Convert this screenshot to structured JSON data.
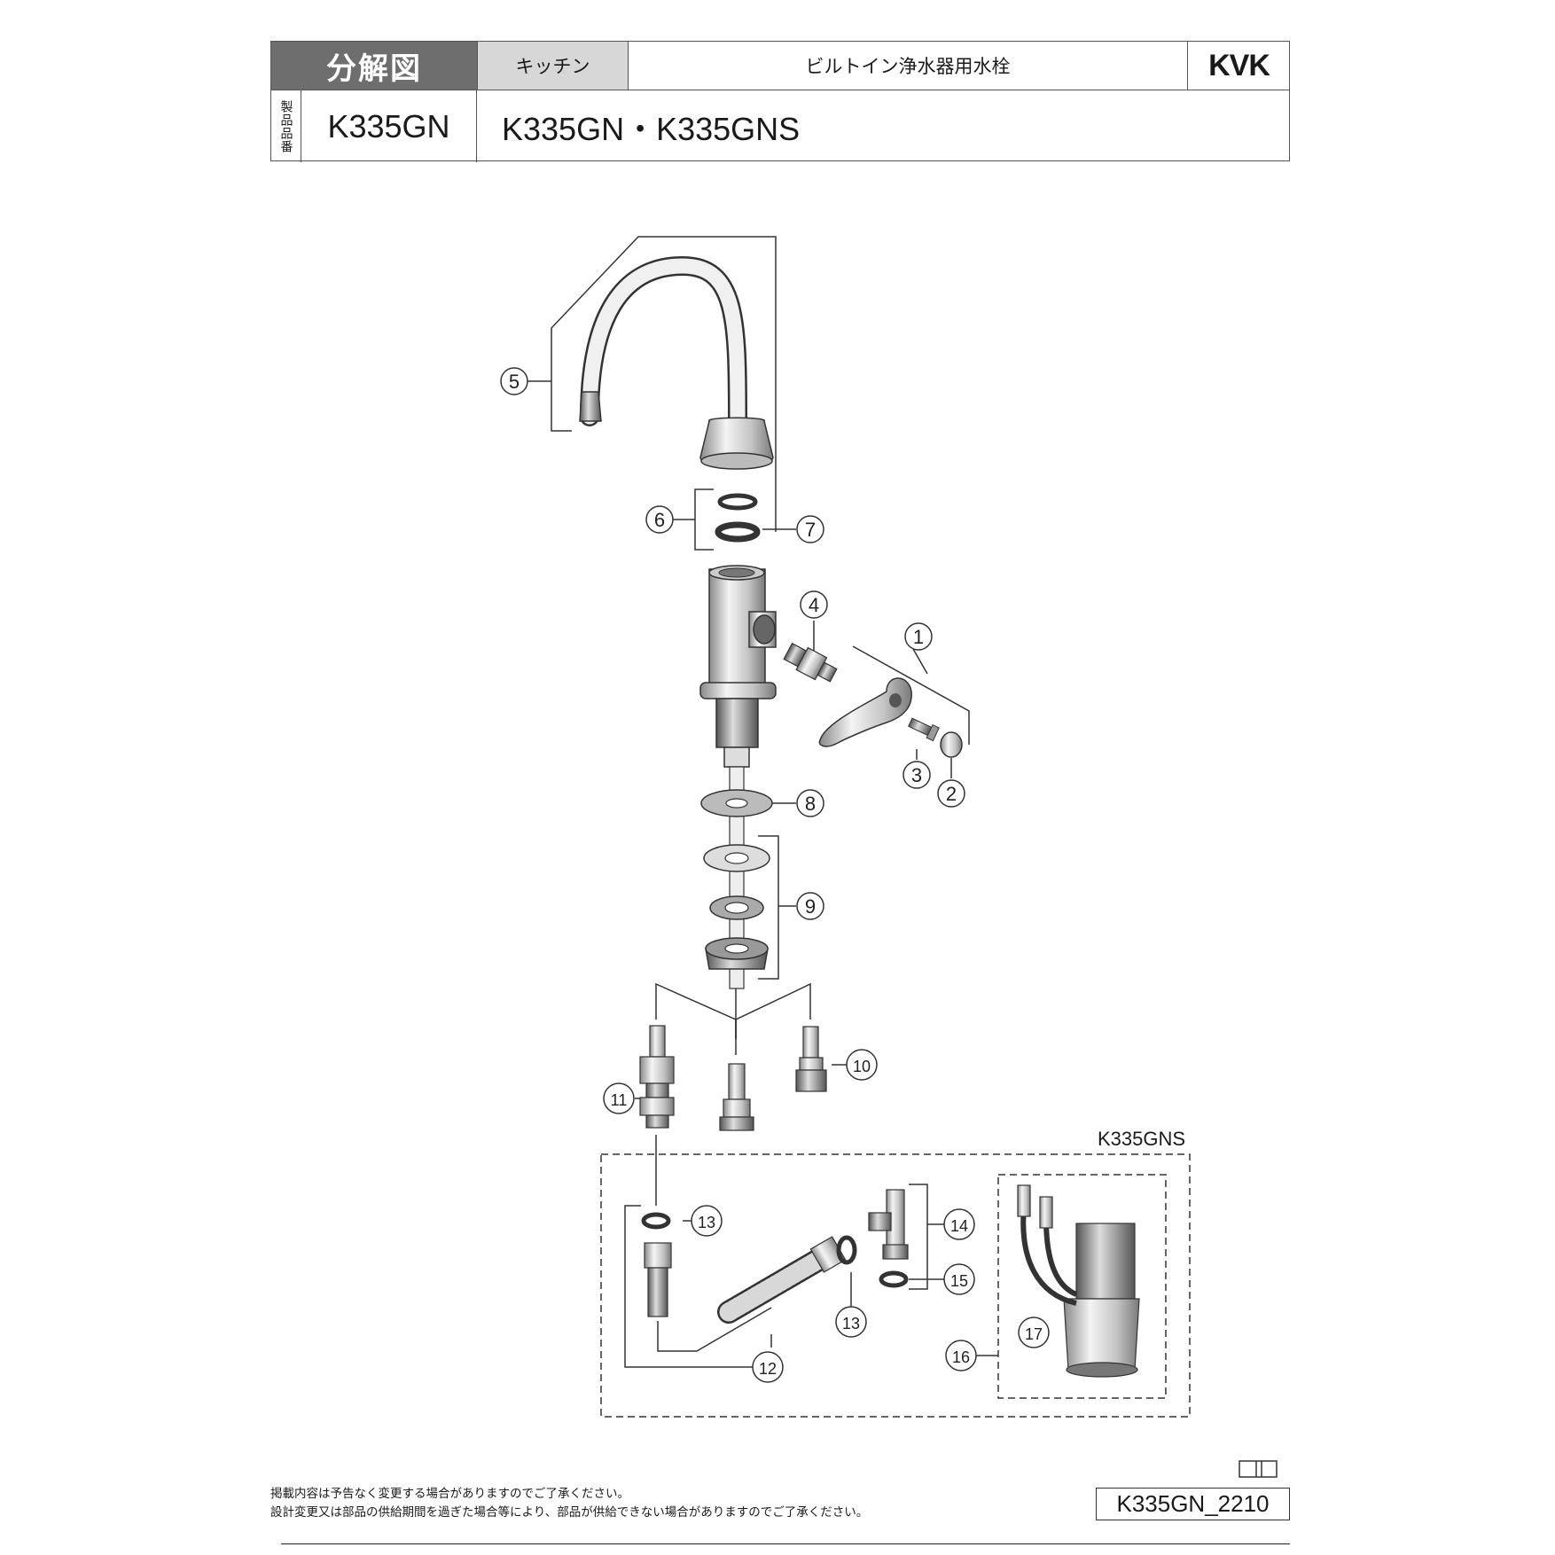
{
  "header": {
    "title": "分解図",
    "category": "キッチン",
    "product_name": "ビルトイン浄水器用水栓",
    "brand": "KVK",
    "product_number_label": "製品品番",
    "product_code": "K335GN",
    "models": "K335GN・K335GNS"
  },
  "diagram": {
    "callouts": [
      "1",
      "2",
      "3",
      "4",
      "5",
      "6",
      "7",
      "8",
      "9",
      "10",
      "11",
      "12",
      "13",
      "13",
      "14",
      "15",
      "16",
      "17"
    ],
    "variant_label": "K335GNS"
  },
  "footer": {
    "note1": "掲載内容は予告なく変更する場合がありますのでご了承ください。",
    "note2": "設計変更又は部品の供給期間を過ぎた場合等により、部品が供給できない場合がありますのでご了承ください。",
    "doc_id": "K335GN_2210"
  }
}
